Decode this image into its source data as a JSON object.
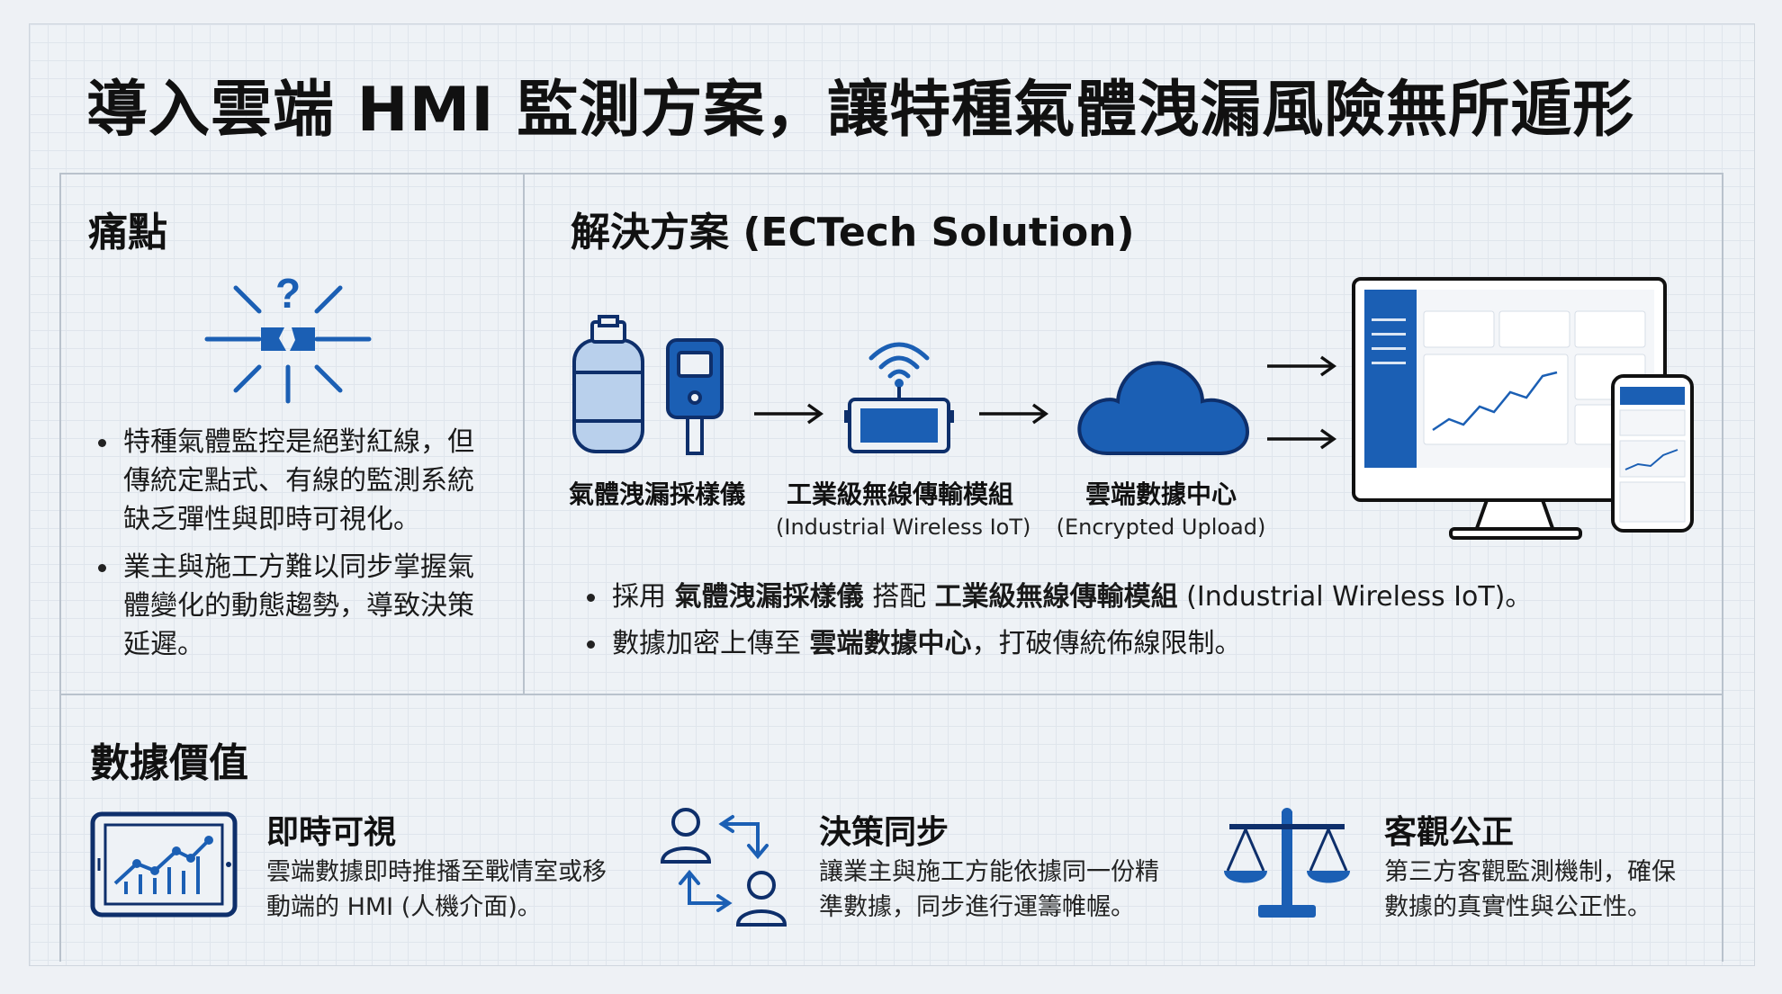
{
  "title": "導入雲端 HMI 監測方案，讓特種氣體洩漏風險無所遁形",
  "pain": {
    "heading": "痛點",
    "bullets": [
      "特種氣體監控是絕對紅線，但傳統定點式、有線的監測系統缺乏彈性與即時可視化。",
      "業主與施工方難以同步掌握氣體變化的動態趨勢，導致決策延遲。"
    ]
  },
  "solution": {
    "heading": "解決方案 (ECTech Solution)",
    "nodes": [
      {
        "label": "氣體洩漏採樣儀",
        "sub": ""
      },
      {
        "label": "工業級無線傳輸模組",
        "sub": "(Industrial Wireless IoT)"
      },
      {
        "label": "雲端數據中心",
        "sub": "(Encrypted Upload)"
      }
    ],
    "bullets": [
      {
        "pre": "採用 ",
        "b1": "氣體洩漏採樣儀",
        "mid": " 搭配 ",
        "b2": "工業級無線傳輸模組",
        "post": " (Industrial Wireless IoT)。"
      },
      {
        "pre": "數據加密上傳至 ",
        "b1": "雲端數據中心",
        "mid": "，打破傳統佈線限制。",
        "b2": "",
        "post": ""
      }
    ]
  },
  "values": {
    "heading": "數據價值",
    "items": [
      {
        "title": "即時可視",
        "desc": "雲端數據即時推播至戰情室或移動端的 HMI (人機介面)。",
        "icon": "tablet-chart-icon"
      },
      {
        "title": "決策同步",
        "desc": "讓業主與施工方能依據同一份精準數據，同步進行運籌帷幄。",
        "icon": "sync-users-icon"
      },
      {
        "title": "客觀公正",
        "desc": "第三方客觀監測機制，確保數據的真實性與公正性。",
        "icon": "scales-icon"
      }
    ]
  },
  "colors": {
    "accent": "#1b5fb4",
    "dark": "#0e2f6b",
    "light_fill": "#b9d0ec"
  }
}
